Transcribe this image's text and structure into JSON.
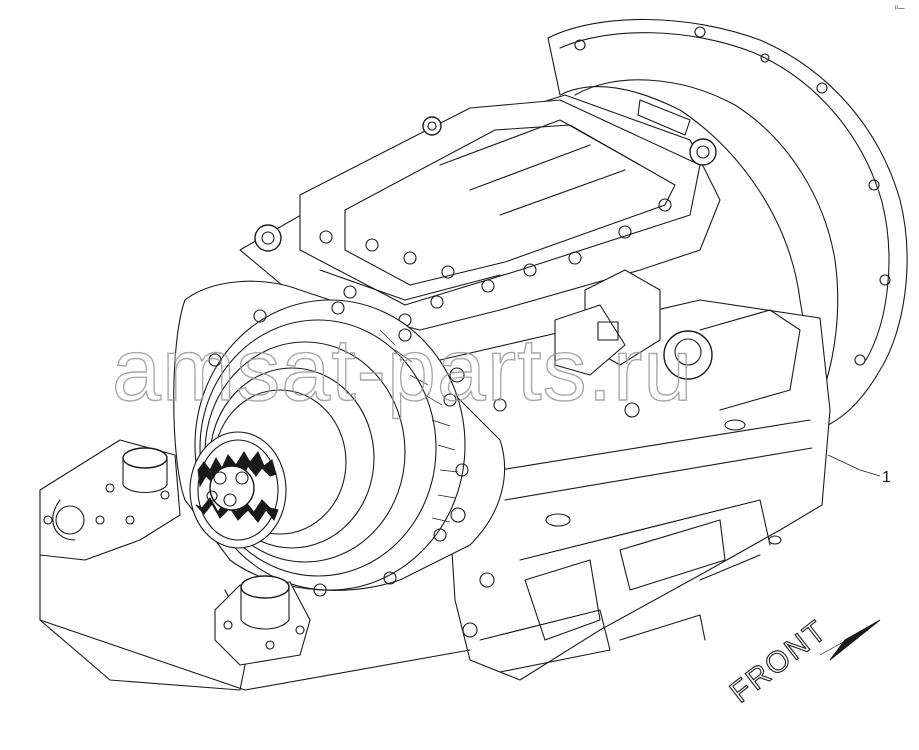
{
  "diagram": {
    "callout_number": "1",
    "direction_label": "FRONT",
    "watermark": "amsat-parts.ru",
    "corner_mark": "ᵖ—"
  }
}
